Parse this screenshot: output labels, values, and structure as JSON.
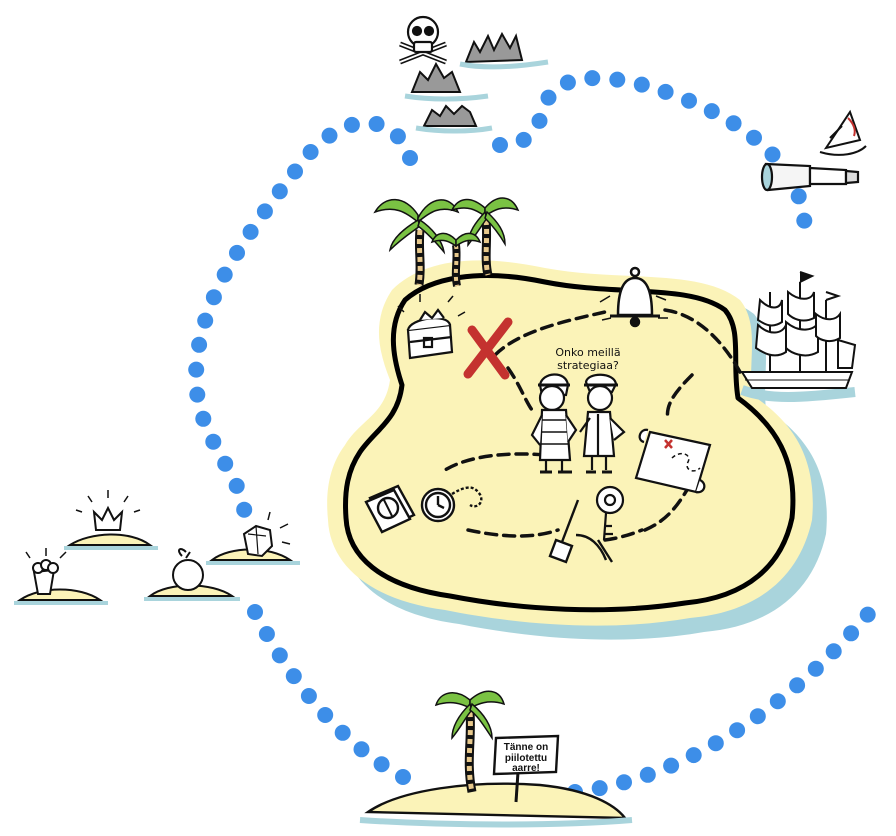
{
  "speech_bubble": {
    "line1": "Onko meillä",
    "line2": "strategiaa?"
  },
  "sign": {
    "line1": "Tänne on",
    "line2": "piilotettu",
    "line3": "aarre!"
  },
  "colors": {
    "dots": "#3d8ee8",
    "sand": "#fbf3b8",
    "water": "#a9d4dc",
    "palm_leaf": "#7ac243",
    "x_mark": "#c4322f"
  },
  "icons": [
    "skull-crossbones-icon",
    "rocks-icon",
    "sextant-icon",
    "spyglass-icon",
    "pirate-ship-icon",
    "palm-tree-icon",
    "bell-icon",
    "treasure-chest-icon",
    "x-mark-icon",
    "pirate-characters-icon",
    "treasure-map-icon",
    "key-icon",
    "compass-icon",
    "pocket-watch-icon",
    "shovel-pickaxe-icon",
    "crown-icon",
    "gem-icon",
    "apple-icon",
    "popcorn-icon"
  ]
}
